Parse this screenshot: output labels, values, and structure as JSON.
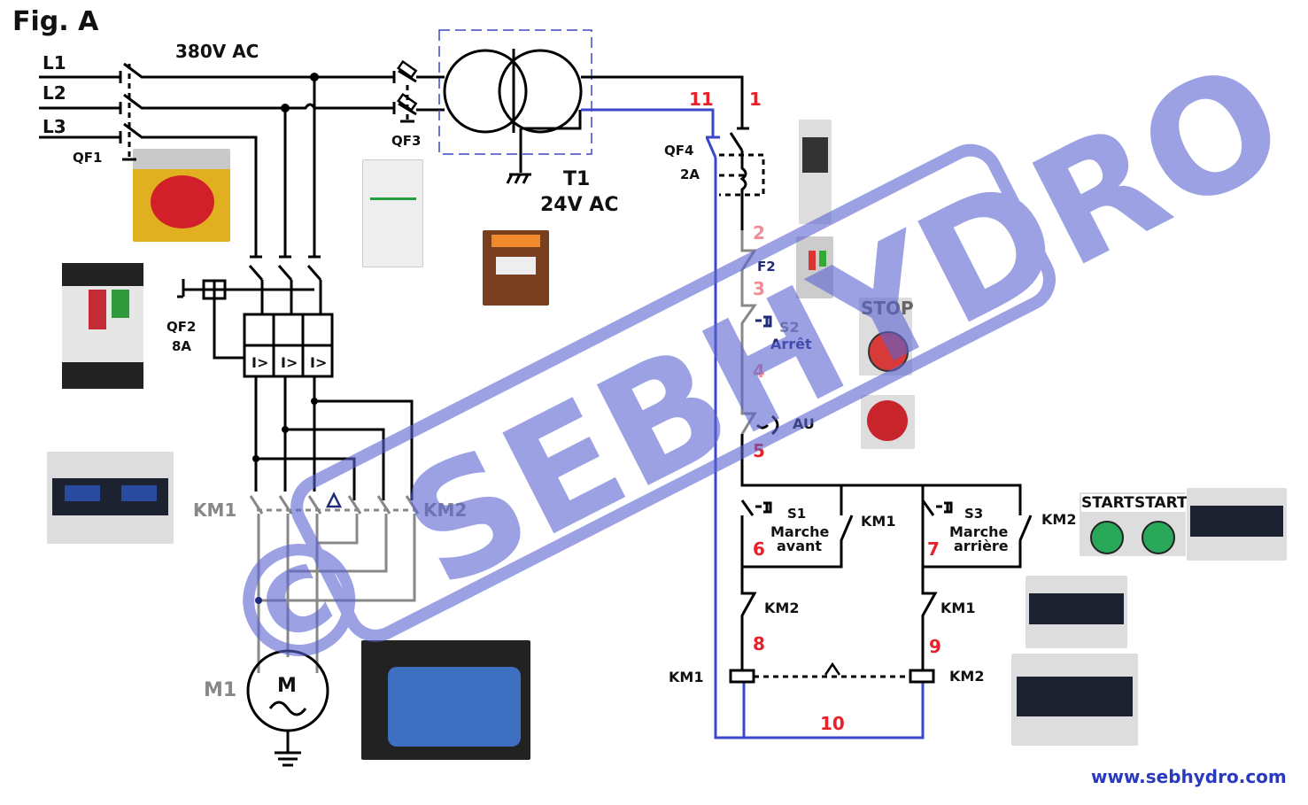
{
  "figure": {
    "title": "Fig. A",
    "website": "www.sebhydro.com",
    "watermark": "© SEBHYDRO"
  },
  "power_circuit": {
    "supply_label": "380V AC",
    "phases": [
      "L1",
      "L2",
      "L3"
    ],
    "main_switch": "QF1",
    "motor_breaker": {
      "name": "QF2",
      "rating": "8A",
      "trip_symbol": "I>"
    },
    "contactor_forward": "KM1",
    "contactor_reverse": "KM2",
    "interlock_symbol": "△",
    "motor": {
      "name": "M1",
      "symbol": "M",
      "ac_symbol": "~"
    }
  },
  "transformer": {
    "fuse": "QF3",
    "name": "T1",
    "secondary_voltage": "24V AC"
  },
  "control_circuit": {
    "breaker": {
      "name": "QF4",
      "rating": "2A"
    },
    "overload": "F2",
    "stop_button": {
      "name": "S2",
      "label": "Arrêt"
    },
    "emergency_stop": "AU",
    "forward_button": {
      "name": "S1",
      "label_line1": "Marche",
      "label_line2": "avant"
    },
    "reverse_button": {
      "name": "S3",
      "label_line1": "Marche",
      "label_line2": "arrière"
    },
    "hold_contact_forward": "KM1",
    "hold_contact_reverse": "KM2",
    "interlock_forward": "KM2",
    "interlock_reverse": "KM1",
    "coil_forward": "KM1",
    "coil_reverse": "KM2",
    "wire_numbers": [
      "1",
      "2",
      "3",
      "4",
      "5",
      "6",
      "7",
      "8",
      "9",
      "10",
      "11"
    ]
  },
  "photos": {
    "stop_label": "STOP",
    "start_label_1": "START",
    "start_label_2": "START"
  },
  "colors": {
    "wire": "#000000",
    "neutral_wire": "#3b46c8",
    "wire_number": "#e8202a",
    "watermark": "#6a74d8"
  }
}
